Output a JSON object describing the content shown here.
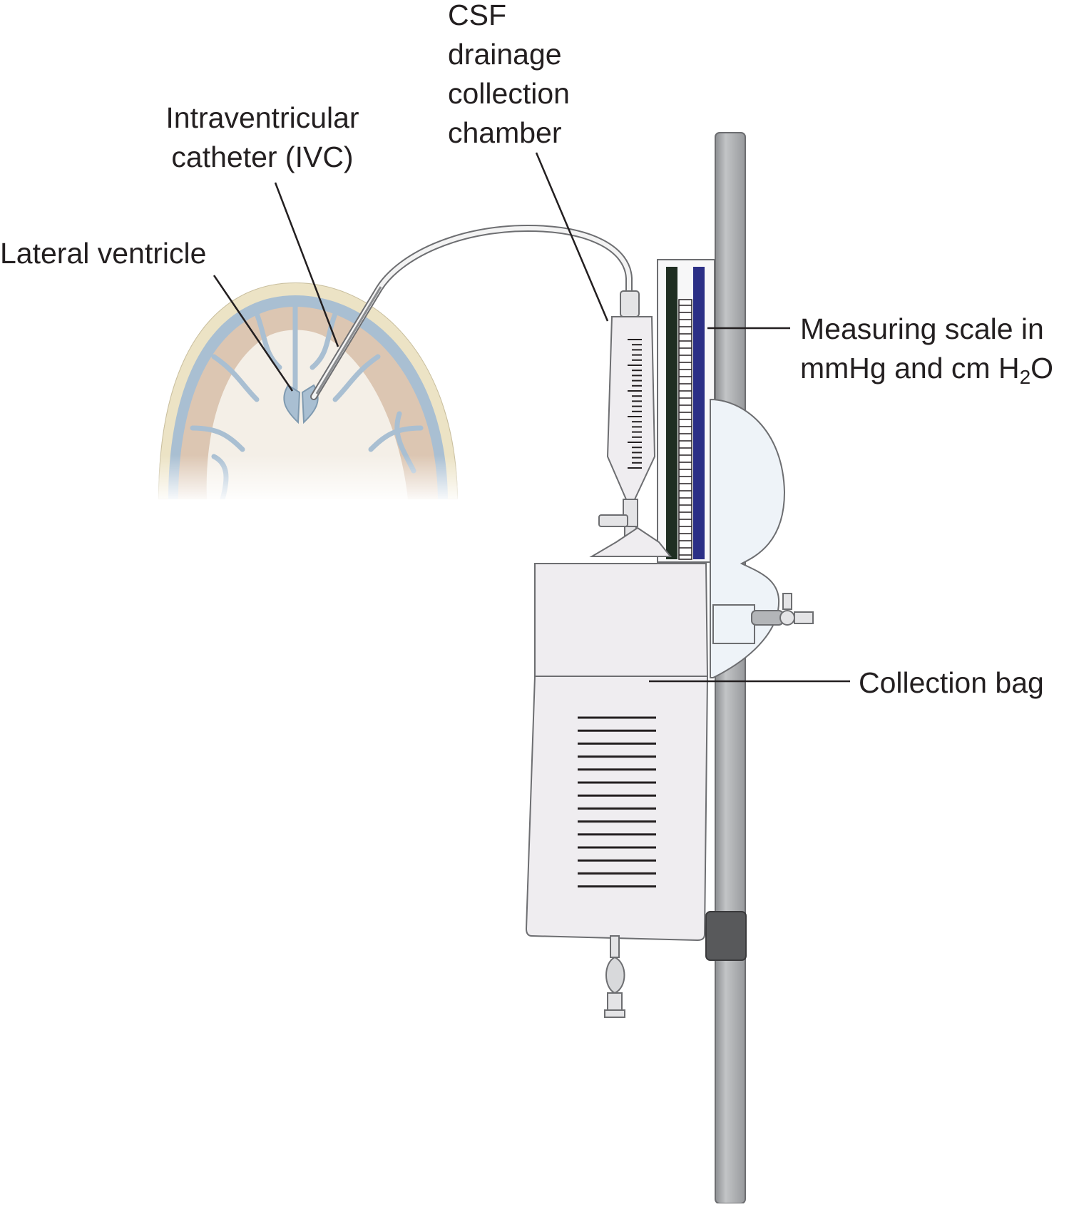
{
  "labels": {
    "csf_chamber": [
      "CSF",
      "drainage",
      "collection",
      "chamber"
    ],
    "ivc": [
      "Intraventricular",
      "catheter (IVC)"
    ],
    "lateral_ventricle": "Lateral ventricle",
    "measuring_scale": {
      "line1": "Measuring scale in",
      "line2_prefix": "mmHg and cm H",
      "line2_sub": "2",
      "line2_suffix": "O"
    },
    "collection_bag": "Collection bag"
  },
  "colors": {
    "pole": "#a7a9ac",
    "pole_band": "#58595b",
    "brain_tissue": "#dcc6b2",
    "ventricle_fluid": "#a9bfd2",
    "skull": "#ece3c5",
    "scale_green": "#1f2e22",
    "scale_blue": "#2b2f86",
    "bag_fill": "#efedf0"
  }
}
